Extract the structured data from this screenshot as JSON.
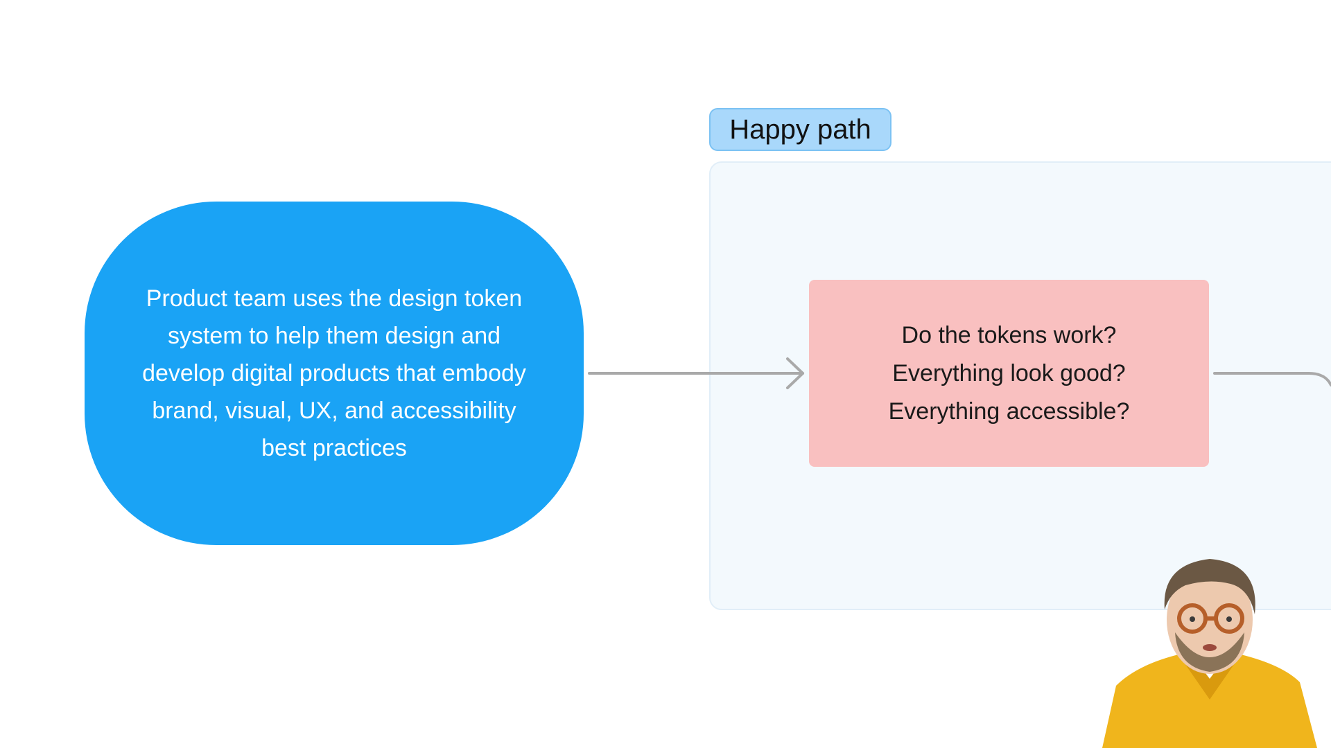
{
  "diagram": {
    "section": {
      "label": "Happy path",
      "tag_color": "#a9d8fb",
      "frame_color": "#f3f9fd"
    },
    "nodes": [
      {
        "id": "start",
        "shape": "rounded",
        "color": "#1aa3f5",
        "text": "Product team uses the design token system to help them design and develop digital products that embody brand, visual, UX, and accessibility best practices"
      },
      {
        "id": "decision",
        "shape": "rectangle",
        "color": "#f9c0c0",
        "lines": [
          "Do the tokens work?",
          "Everything look good?",
          "Everything accessible?"
        ]
      }
    ],
    "edges": [
      {
        "from": "start",
        "to": "decision",
        "style": "arrow"
      },
      {
        "from": "decision",
        "to": "offscreen",
        "style": "line"
      }
    ]
  },
  "presenter": {
    "icon": "presenter-webcam",
    "shirt_color": "#f0b51c"
  }
}
